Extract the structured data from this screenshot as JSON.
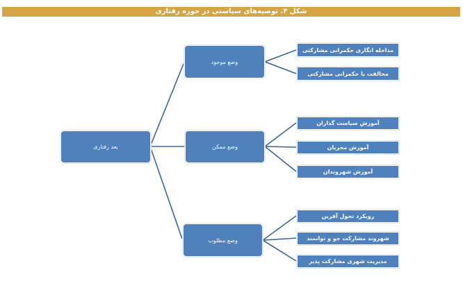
{
  "header": {
    "title": "شکل ۴. توصیه‌های سیاستی در حوزه رفتاری",
    "color": "#D4A545"
  },
  "diagram": {
    "node_color": "#4F81BD",
    "line_color": "#3A6496",
    "root": {
      "label": "بعد رفتاری"
    },
    "branches": [
      {
        "label": "وضع موجود",
        "leaves": [
          {
            "label": "مداخله انگاری حکمرانی مشارکتی"
          },
          {
            "label": "مخالفت با حکمرانی مشارکتی"
          }
        ]
      },
      {
        "label": "وضع ممکن",
        "leaves": [
          {
            "label": "آموزش سیاست گذاران"
          },
          {
            "label": "آموزش مجریان"
          },
          {
            "label": "آموزش شهروندان"
          }
        ]
      },
      {
        "label": "وضع مطلوب",
        "leaves": [
          {
            "label": "رویکرد تحول آفرین"
          },
          {
            "label": "شهروند مشارکت جو و توانمند"
          },
          {
            "label": "مدیریت شهری مشارکت پذیر"
          }
        ]
      }
    ]
  }
}
